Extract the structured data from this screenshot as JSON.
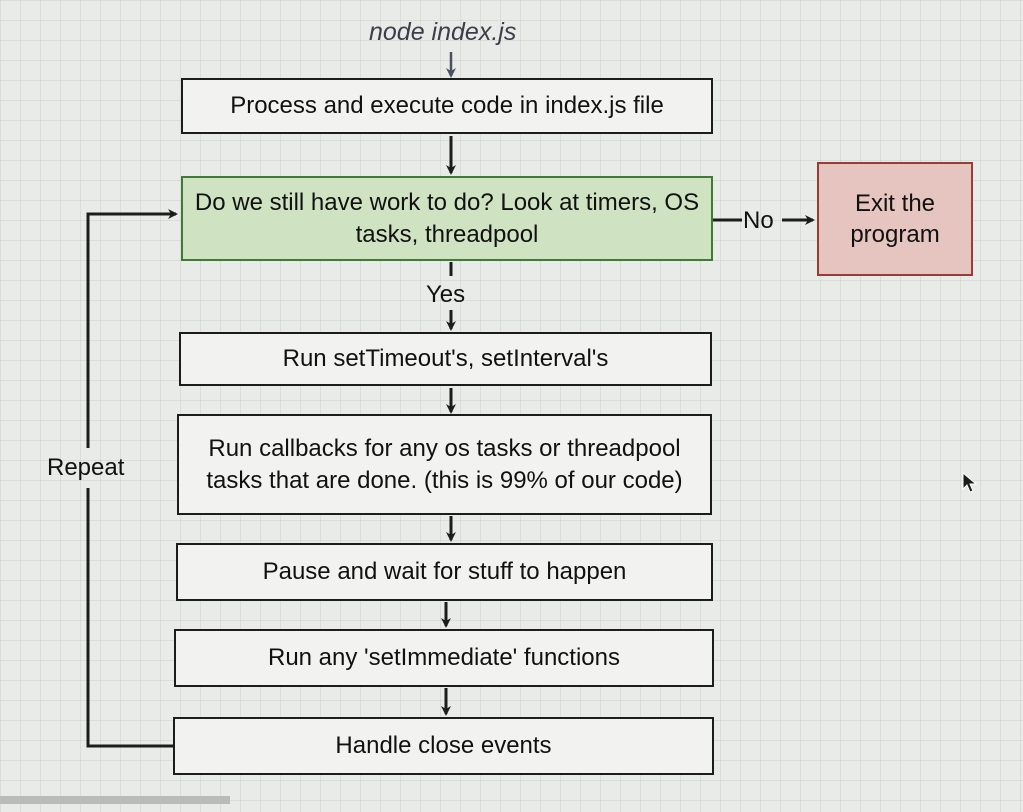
{
  "start_label": "node index.js",
  "steps": {
    "process": "Process and execute code in index.js file",
    "check": "Do we still have work to do? Look at timers, OS tasks, threadpool",
    "exit": "Exit the program",
    "timers": "Run setTimeout's, setInterval's",
    "callbacks": "Run callbacks for any os tasks or threadpool tasks that are done. (this is 99% of our code)",
    "pause": "Pause and wait for stuff to happen",
    "immediate": "Run any 'setImmediate' functions",
    "close": "Handle close events"
  },
  "edge_labels": {
    "no": "No",
    "yes": "Yes",
    "repeat": "Repeat"
  },
  "colors": {
    "decision_fill": "#cfe3c2",
    "decision_border": "#3f7a36",
    "exit_fill": "#e6c4c0",
    "exit_border": "#9a3c36",
    "line": "#1c1c1c"
  },
  "icons": [
    "mouse-cursor-icon"
  ]
}
